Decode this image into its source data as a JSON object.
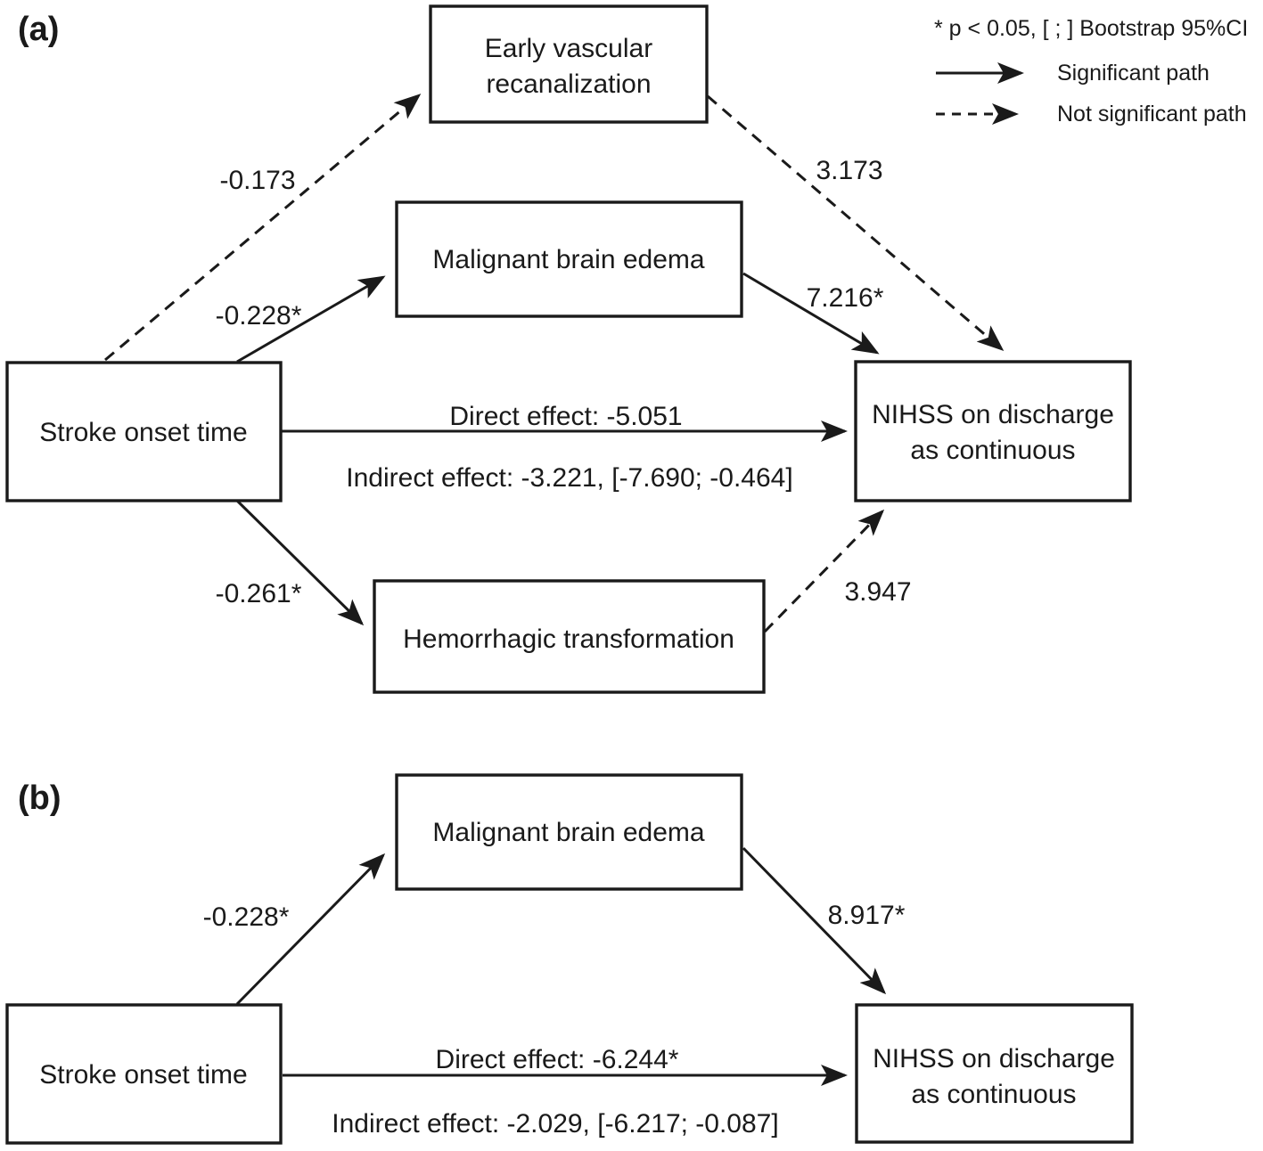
{
  "colors": {
    "ink": "#1a1a1a",
    "background": "#ffffff"
  },
  "legend": {
    "note": "* p < 0.05, [ ; ] Bootstrap 95%CI",
    "significant": "Significant path",
    "not_significant": "Not significant path"
  },
  "panel_a": {
    "label": "(a)",
    "nodes": {
      "stroke_onset": "Stroke onset time",
      "early_vascular_1": "Early vascular",
      "early_vascular_2": "recanalization",
      "malignant_edema": "Malignant brain edema",
      "hemorrhagic": "Hemorrhagic transformation",
      "nihss_1": "NIHSS on discharge",
      "nihss_2": "as continuous"
    },
    "paths": {
      "stroke_to_early": "-0.173",
      "early_to_nihss": "3.173",
      "stroke_to_edema": "-0.228*",
      "edema_to_nihss": "7.216*",
      "stroke_to_hemorrhagic": "-0.261*",
      "hemorrhagic_to_nihss": "3.947",
      "direct_effect": "Direct effect: -5.051",
      "indirect_effect": "Indirect effect: -3.221, [-7.690; -0.464]"
    }
  },
  "panel_b": {
    "label": "(b)",
    "nodes": {
      "stroke_onset": "Stroke onset time",
      "malignant_edema": "Malignant brain edema",
      "nihss_1": "NIHSS on discharge",
      "nihss_2": "as continuous"
    },
    "paths": {
      "stroke_to_edema": "-0.228*",
      "edema_to_nihss": "8.917*",
      "direct_effect": "Direct effect: -6.244*",
      "indirect_effect": "Indirect effect: -2.029, [-6.217; -0.087]"
    }
  }
}
